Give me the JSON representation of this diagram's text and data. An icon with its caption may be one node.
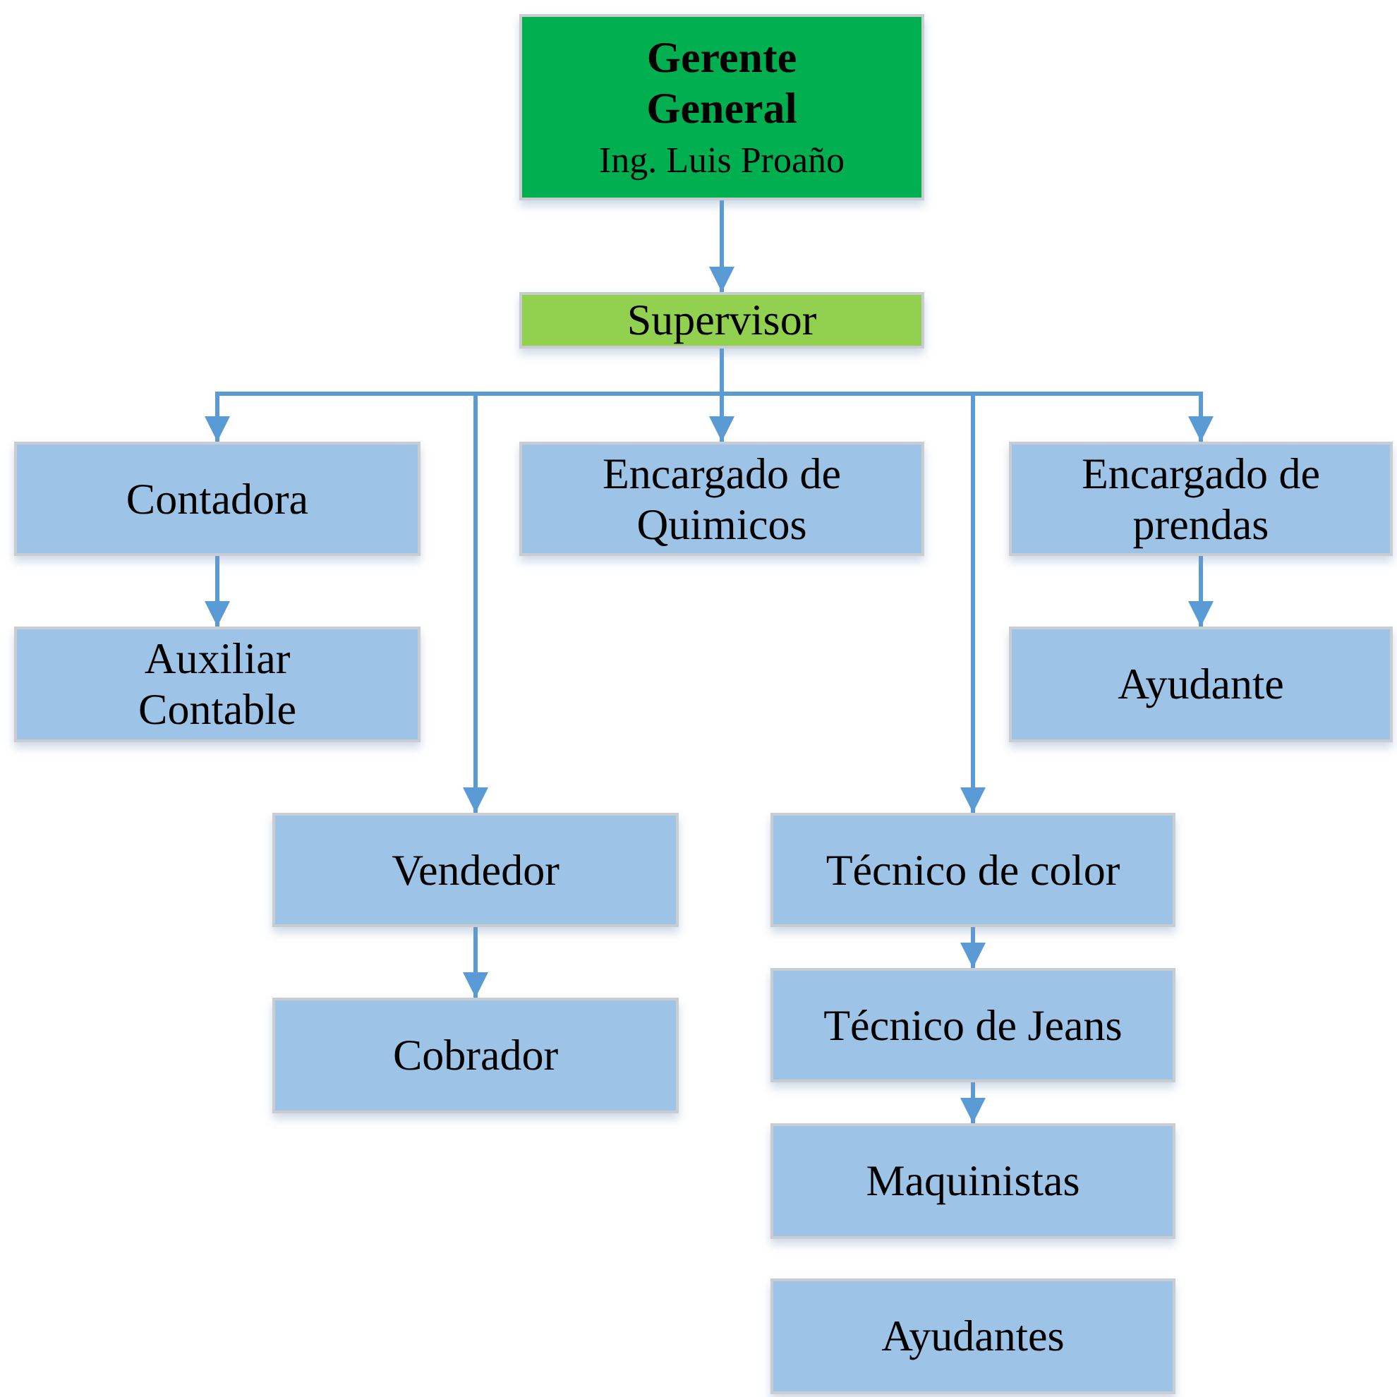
{
  "diagram": {
    "nodes": [
      {
        "text": [
          "Gerente General",
          "Ing. Luis Proaño"
        ]
      },
      {
        "text": [
          "Supervisor"
        ]
      },
      {
        "text": [
          "Contadora"
        ]
      },
      {
        "text": [
          "Encargado de Quimicos"
        ]
      },
      {
        "text": [
          "Encargado de prendas"
        ]
      },
      {
        "text": [
          "Auxiliar Contable"
        ]
      },
      {
        "text": [
          "Ayudante"
        ]
      },
      {
        "text": [
          "Vendedor"
        ]
      },
      {
        "text": [
          "Técnico de color"
        ]
      },
      {
        "text": [
          "Cobrador"
        ]
      },
      {
        "text": [
          "Técnico de Jeans"
        ]
      },
      {
        "text": [
          "Maquinistas"
        ]
      },
      {
        "text": [
          "Ayudantes"
        ]
      }
    ],
    "edges": [
      {
        "from": 0,
        "to": 1,
        "arrow": "to"
      },
      {
        "from": 1,
        "to": 2,
        "arrow": "to"
      },
      {
        "from": 1,
        "to": 7,
        "arrow": "to"
      },
      {
        "from": 1,
        "to": 3,
        "arrow": "to"
      },
      {
        "from": 1,
        "to": 8,
        "arrow": "to"
      },
      {
        "from": 1,
        "to": 4,
        "arrow": "to"
      },
      {
        "from": 2,
        "to": 5,
        "arrow": "to"
      },
      {
        "from": 4,
        "to": 6,
        "arrow": "to"
      },
      {
        "from": 7,
        "to": 9,
        "arrow": "to"
      },
      {
        "from": 8,
        "to": 10,
        "arrow": "to"
      },
      {
        "from": 10,
        "to": 11,
        "arrow": "to"
      }
    ]
  }
}
